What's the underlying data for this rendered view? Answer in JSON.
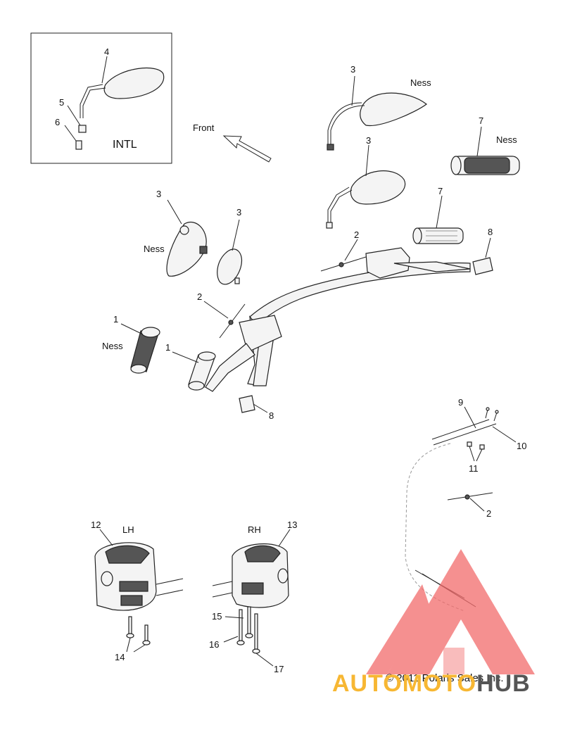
{
  "diagram": {
    "inset_label": "INTL",
    "front_label": "Front",
    "lh_label": "LH",
    "rh_label": "RH",
    "ness": "Ness",
    "copyright": "© 2011 Polaris Sales Inc.",
    "watermark": {
      "part1": "AUTOMOTO",
      "part2": "HUB"
    },
    "callouts": {
      "c1a": "1",
      "c1b": "1",
      "c2a": "2",
      "c2b": "2",
      "c2c": "2",
      "c3a": "3",
      "c3b": "3",
      "c3c": "3",
      "c3d": "3",
      "c4": "4",
      "c5": "5",
      "c6": "6",
      "c7a": "7",
      "c7b": "7",
      "c8a": "8",
      "c8b": "8",
      "c9": "9",
      "c10": "10",
      "c11": "11",
      "c12": "12",
      "c13": "13",
      "c14": "14",
      "c15": "15",
      "c16": "16",
      "c17": "17"
    },
    "colors": {
      "watermark_triangle": "#f26b6b",
      "watermark_orange": "#f7b733",
      "watermark_gray": "#555555"
    }
  }
}
